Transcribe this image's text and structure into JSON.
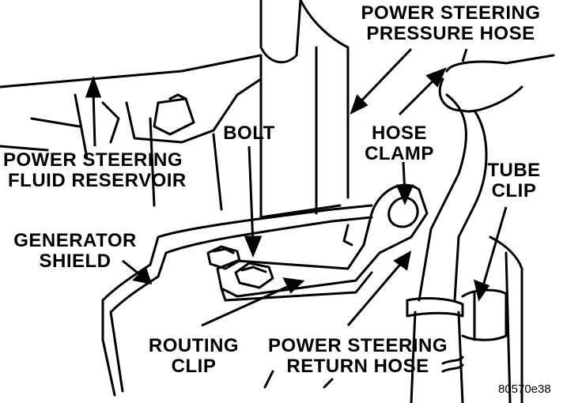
{
  "labels": {
    "pressure_hose": [
      "POWER STEERING",
      "PRESSURE HOSE"
    ],
    "bolt": "BOLT",
    "hose_clamp": [
      "HOSE",
      "CLAMP"
    ],
    "tube_clip": [
      "TUBE",
      "CLIP"
    ],
    "reservoir": [
      "POWER STEERING",
      "FLUID RESERVOIR"
    ],
    "generator_shield": [
      "GENERATOR",
      "SHIELD"
    ],
    "routing_clip": [
      "ROUTING",
      "CLIP"
    ],
    "return_hose": [
      "POWER STEERING",
      "RETURN HOSE"
    ]
  },
  "figure_number": "80570e38"
}
